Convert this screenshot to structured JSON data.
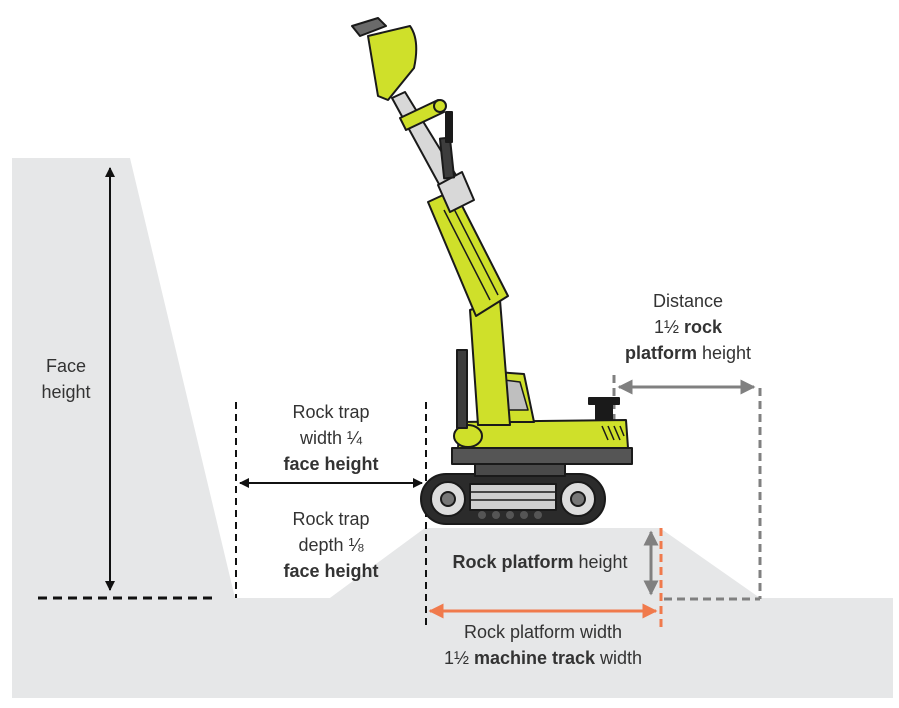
{
  "colors": {
    "ground": "#e6e7e8",
    "machine_yellow": "#cfe02a",
    "machine_dark": "#3d3d3d",
    "machine_outline": "#1a1a1a",
    "arrow_dark": "#111111",
    "arrow_grey": "#808080",
    "arrow_orange": "#f07a4c",
    "text": "#333333"
  },
  "labels": {
    "face_height": {
      "line1": "Face",
      "line2": "height"
    },
    "trap_width": {
      "line1": "Rock trap",
      "line2": "width ¼",
      "line3_bold": "face height"
    },
    "trap_depth": {
      "line1": "Rock trap",
      "line2": "depth ⅛",
      "line3_bold": "face height"
    },
    "distance": {
      "line1": "Distance",
      "line2_pre": "1½ ",
      "line2_bold": "rock",
      "line3_bold": "platform",
      "line3_post": " height"
    },
    "platform_height": {
      "bold": "Rock platform",
      "post": " height"
    },
    "platform_width": {
      "line1": "Rock platform width",
      "line2_pre": "1½ ",
      "line2_bold": "machine track",
      "line2_post": " width"
    }
  }
}
